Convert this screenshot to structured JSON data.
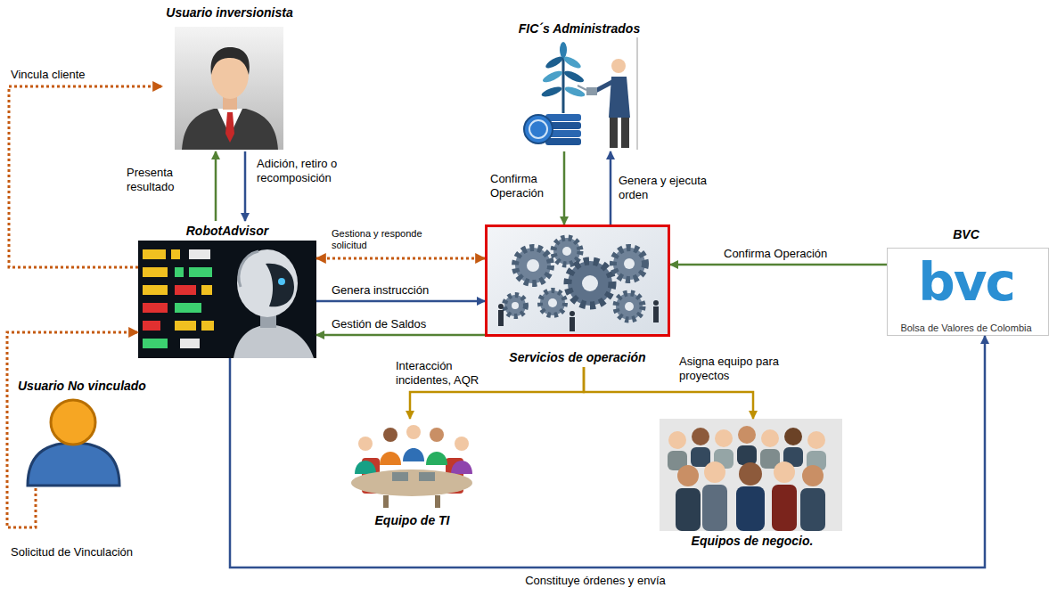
{
  "diagram": {
    "nodes": [
      {
        "text": [
          "Usuario inversionista"
        ]
      },
      {
        "text": [
          "FIC´s Administrados"
        ]
      },
      {
        "text": [
          "RobotAdvisor"
        ]
      },
      {
        "text": [
          "Servicios de operación"
        ]
      },
      {
        "text": [
          "BVC",
          "bvc",
          "Bolsa de Valores de Colombia"
        ]
      },
      {
        "text": [
          "Usuario No vinculado"
        ]
      },
      {
        "text": [
          "Equipo de TI"
        ]
      },
      {
        "text": [
          "Equipos de negocio."
        ]
      }
    ],
    "edges": [
      {
        "from": 2,
        "to": 0,
        "label": "Vincula cliente",
        "arrow": "to"
      },
      {
        "from": 2,
        "to": 0,
        "label": "Presenta resultado",
        "arrow": "to"
      },
      {
        "from": 0,
        "to": 2,
        "label": "Adición, retiro o recomposición",
        "arrow": "to"
      },
      {
        "from": 1,
        "to": 3,
        "label": "Confirma Operación",
        "arrow": "to"
      },
      {
        "from": 3,
        "to": 1,
        "label": "Genera y ejecuta orden",
        "arrow": "to"
      },
      {
        "from": 2,
        "to": 3,
        "label": "Gestiona y responde solicitud",
        "arrow": "both"
      },
      {
        "from": 2,
        "to": 3,
        "label": "Genera instrucción",
        "arrow": "to"
      },
      {
        "from": 3,
        "to": 2,
        "label": "Gestión de Saldos",
        "arrow": "to"
      },
      {
        "from": 4,
        "to": 3,
        "label": "Confirma Operación",
        "arrow": "to"
      },
      {
        "from": 3,
        "to": 6,
        "label": "Interacción incidentes, AQR",
        "arrow": "to"
      },
      {
        "from": 3,
        "to": 7,
        "label": "Asigna equipo para proyectos",
        "arrow": "to"
      },
      {
        "from": 5,
        "to": 2,
        "label": "Solicitud de Vinculación",
        "arrow": "to"
      },
      {
        "from": 2,
        "to": 4,
        "label": "Constituye órdenes y envía",
        "arrow": "to"
      }
    ]
  }
}
